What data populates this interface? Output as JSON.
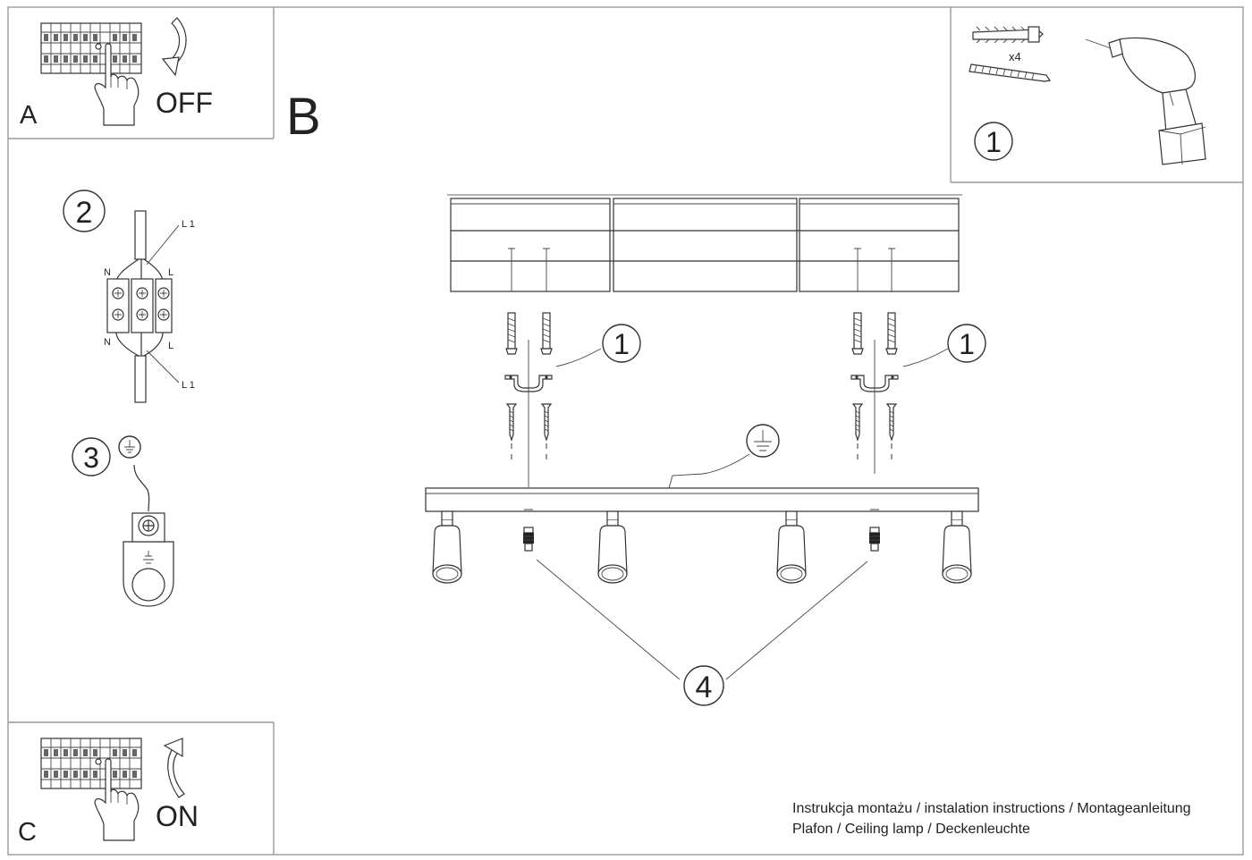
{
  "panels": {
    "a": {
      "letter": "A",
      "label": "OFF"
    },
    "b": {
      "letter": "B"
    },
    "c": {
      "letter": "C",
      "label": "ON"
    }
  },
  "tools": {
    "quantity": "x4",
    "step": "1"
  },
  "wiring": {
    "step": "2",
    "labels": {
      "l1_top": "L 1",
      "n_top": "N",
      "l_top": "L",
      "n_bottom": "N",
      "l_bottom": "L",
      "l1_bottom": "L 1"
    }
  },
  "ground": {
    "step": "3"
  },
  "assembly": {
    "callout_left": "1",
    "callout_right": "1",
    "callout_bottom": "4"
  },
  "footer": {
    "line1": "Instrukcja montażu / instalation instructions / Montageanleitung",
    "line2": "Plafon / Ceiling lamp / Deckenleuchte"
  },
  "icons": [
    "breaker-panel-icon",
    "hand-icon",
    "arrow-down-icon",
    "arrow-up-icon",
    "wall-plug-icon",
    "screw-icon",
    "drill-icon",
    "terminal-block-icon",
    "ground-symbol-icon",
    "ground-terminal-icon",
    "spotlight-icon"
  ]
}
